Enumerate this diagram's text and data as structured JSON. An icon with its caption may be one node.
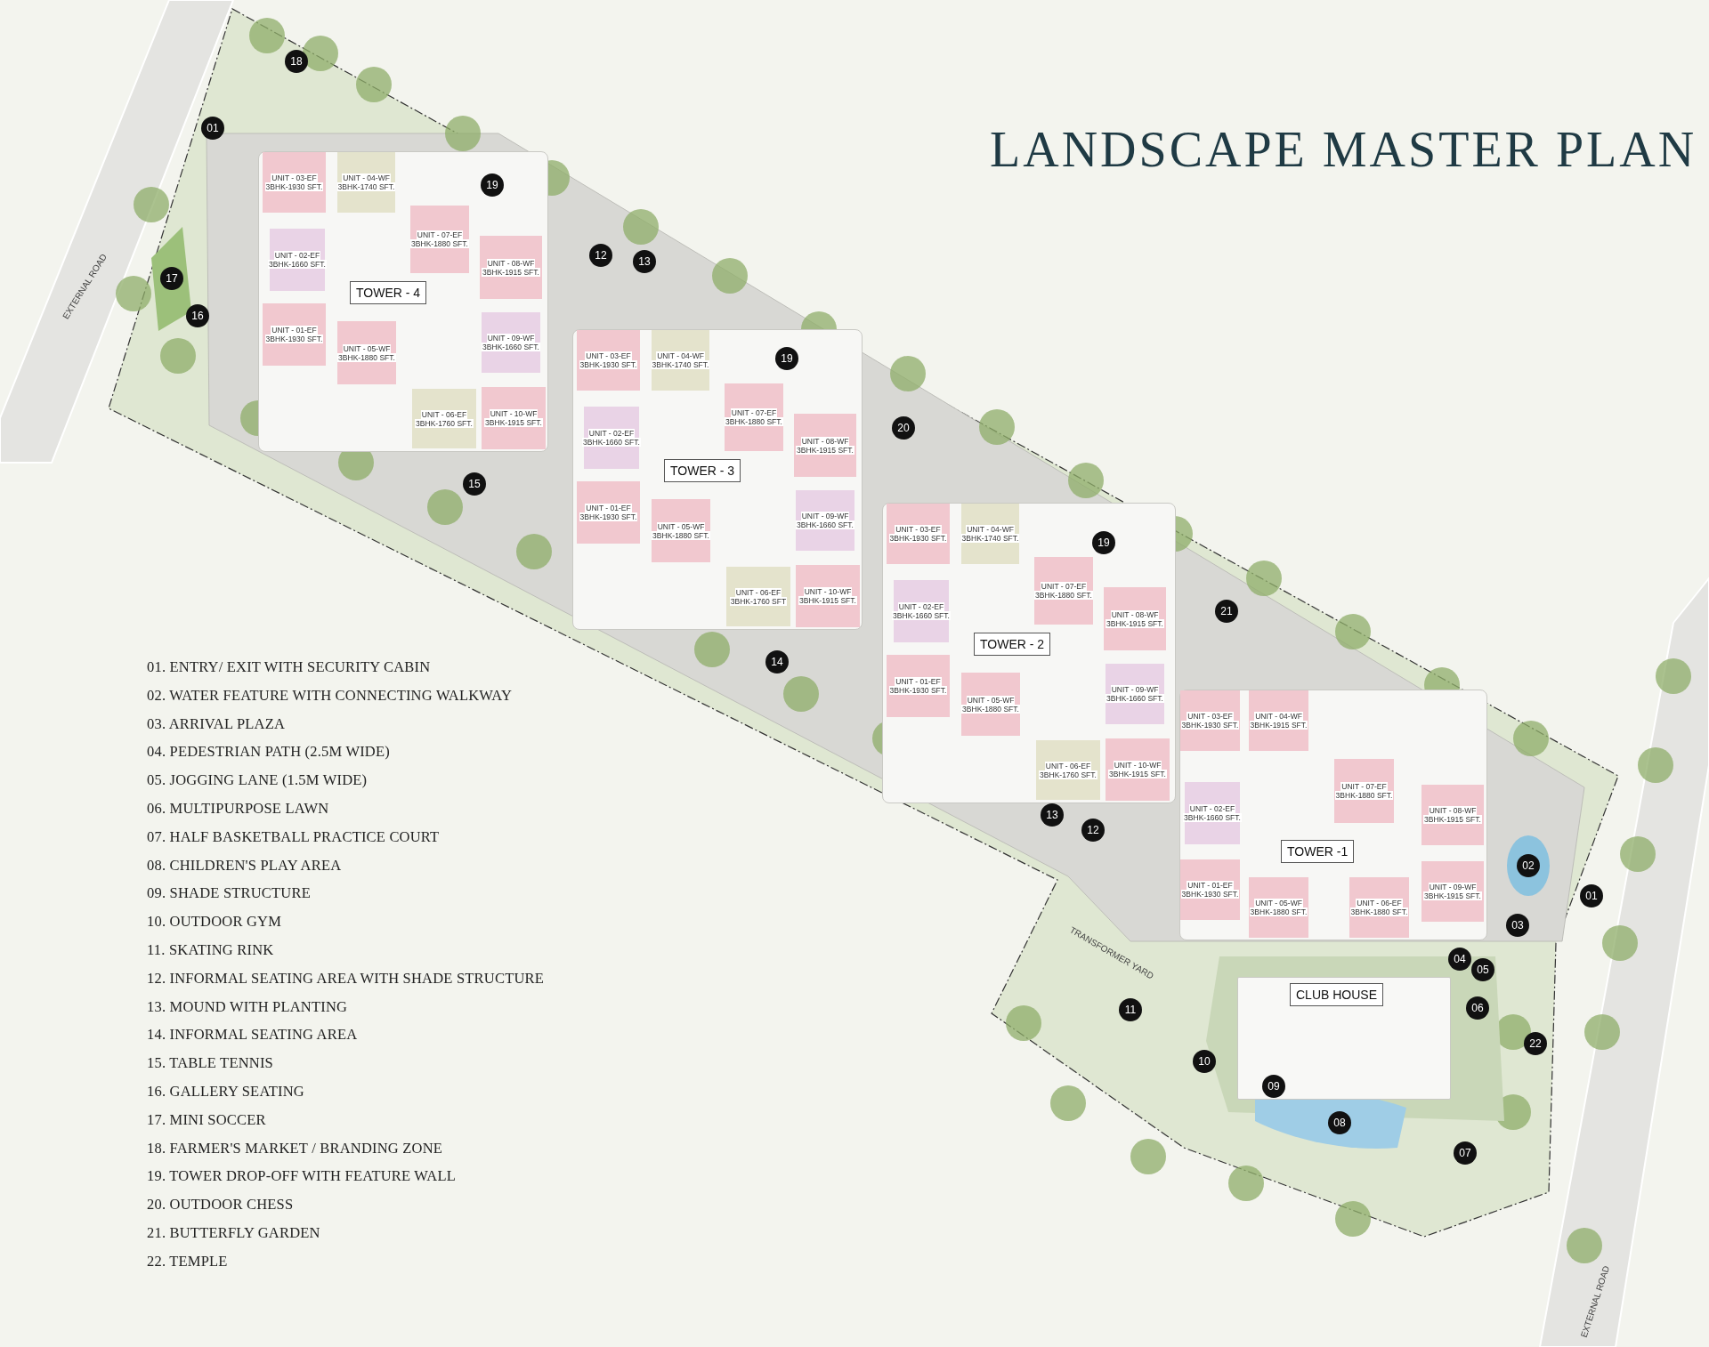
{
  "diagram": {
    "title": "LANDSCAPE MASTER PLAN",
    "nodes": [
      {
        "text": [
          "TOWER - 4"
        ]
      },
      {
        "text": [
          "UNIT - 03-EF",
          "3BHK-1930 SFT."
        ],
        "in": 0
      },
      {
        "text": [
          "UNIT - 04-WF",
          "3BHK-1740 SFT."
        ],
        "in": 0
      },
      {
        "text": [
          "UNIT - 07-EF",
          "3BHK-1880 SFT."
        ],
        "in": 0
      },
      {
        "text": [
          "UNIT - 02-EF",
          "3BHK-1660 SFT."
        ],
        "in": 0
      },
      {
        "text": [
          "UNIT - 08-WF",
          "3BHK-1915 SFT."
        ],
        "in": 0
      },
      {
        "text": [
          "UNIT - 01-EF",
          "3BHK-1930 SFT."
        ],
        "in": 0
      },
      {
        "text": [
          "UNIT - 05-WF",
          "3BHK-1880 SFT."
        ],
        "in": 0
      },
      {
        "text": [
          "UNIT - 09-WF",
          "3BHK-1660 SFT."
        ],
        "in": 0
      },
      {
        "text": [
          "UNIT - 06-EF",
          "3BHK-1760 SFT."
        ],
        "in": 0
      },
      {
        "text": [
          "UNIT - 10-WF",
          "3BHK-1915 SFT."
        ],
        "in": 0
      },
      {
        "text": [
          "TOWER - 3"
        ]
      },
      {
        "text": [
          "UNIT - 03-EF",
          "3BHK-1930 SFT."
        ],
        "in": 11
      },
      {
        "text": [
          "UNIT - 04-WF",
          "3BHK-1740 SFT."
        ],
        "in": 11
      },
      {
        "text": [
          "UNIT - 07-EF",
          "3BHK-1880 SFT."
        ],
        "in": 11
      },
      {
        "text": [
          "UNIT - 02-EF",
          "3BHK-1660 SFT."
        ],
        "in": 11
      },
      {
        "text": [
          "UNIT - 08-WF",
          "3BHK-1915 SFT."
        ],
        "in": 11
      },
      {
        "text": [
          "UNIT - 01-EF",
          "3BHK-1930 SFT."
        ],
        "in": 11
      },
      {
        "text": [
          "UNIT - 05-WF",
          "3BHK-1880 SFT."
        ],
        "in": 11
      },
      {
        "text": [
          "UNIT - 09-WF",
          "3BHK-1660 SFT."
        ],
        "in": 11
      },
      {
        "text": [
          "UNIT - 06-EF",
          "3BHK-1760 SFT"
        ],
        "in": 11
      },
      {
        "text": [
          "UNIT - 10-WF",
          "3BHK-1915 SFT."
        ],
        "in": 11
      },
      {
        "text": [
          "TOWER - 2"
        ]
      },
      {
        "text": [
          "UNIT - 03-EF",
          "3BHK-1930 SFT."
        ],
        "in": 22
      },
      {
        "text": [
          "UNIT - 04-WF",
          "3BHK-1740 SFT."
        ],
        "in": 22
      },
      {
        "text": [
          "UNIT - 07-EF",
          "3BHK-1880 SFT."
        ],
        "in": 22
      },
      {
        "text": [
          "UNIT - 02-EF",
          "3BHK-1660 SFT."
        ],
        "in": 22
      },
      {
        "text": [
          "UNIT - 08-WF",
          "3BHK-1915 SFT."
        ],
        "in": 22
      },
      {
        "text": [
          "UNIT - 01-EF",
          "3BHK-1930 SFT."
        ],
        "in": 22
      },
      {
        "text": [
          "UNIT - 05-WF",
          "3BHK-1880 SFT."
        ],
        "in": 22
      },
      {
        "text": [
          "UNIT - 09-WF",
          "3BHK-1660 SFT."
        ],
        "in": 22
      },
      {
        "text": [
          "UNIT - 06-EF",
          "3BHK-1760 SFT."
        ],
        "in": 22
      },
      {
        "text": [
          "UNIT - 10-WF",
          "3BHK-1915 SFT."
        ],
        "in": 22
      },
      {
        "text": [
          "TOWER -1"
        ]
      },
      {
        "text": [
          "UNIT - 03-EF",
          "3BHK-1930 SFT."
        ],
        "in": 33
      },
      {
        "text": [
          "UNIT - 04-WF",
          "3BHK-1915 SFT."
        ],
        "in": 33
      },
      {
        "text": [
          "UNIT - 07-EF",
          "3BHK-1880 SFT."
        ],
        "in": 33
      },
      {
        "text": [
          "UNIT - 02-EF",
          "3BHK-1660 SFT."
        ],
        "in": 33
      },
      {
        "text": [
          "UNIT - 08-WF",
          "3BHK-1915 SFT."
        ],
        "in": 33
      },
      {
        "text": [
          "UNIT - 01-EF",
          "3BHK-1930 SFT."
        ],
        "in": 33
      },
      {
        "text": [
          "UNIT - 09-WF",
          "3BHK-1915 SFT."
        ],
        "in": 33
      },
      {
        "text": [
          "UNIT - 05-WF",
          "3BHK-1880 SFT."
        ],
        "in": 33
      },
      {
        "text": [
          "UNIT - 06-EF",
          "3BHK-1880 SFT."
        ],
        "in": 33
      },
      {
        "text": [
          "CLUB HOUSE"
        ]
      }
    ],
    "labels": [
      "18",
      "01",
      "19",
      "12",
      "13",
      "17",
      "16",
      "19",
      "20",
      "15",
      "19",
      "21",
      "14",
      "13",
      "12",
      "02",
      "01",
      "03",
      "04",
      "05",
      "11",
      "06",
      "22",
      "10",
      "09",
      "08",
      "07",
      "EXTERNAL ROAD",
      "TRANSFORMER YARD",
      "EXTERNAL ROAD",
      "01. ENTRY/ EXIT WITH SECURITY CABIN",
      "02. WATER FEATURE WITH CONNECTING WALKWAY",
      "03. ARRIVAL PLAZA",
      "04. PEDESTRIAN PATH (2.5M WIDE)",
      "05. JOGGING LANE (1.5M WIDE)",
      "06. MULTIPURPOSE LAWN",
      "07. HALF BASKETBALL PRACTICE COURT",
      "08. CHILDREN'S PLAY AREA",
      "09. SHADE STRUCTURE",
      "10. OUTDOOR GYM",
      "11. SKATING RINK",
      "12. INFORMAL SEATING AREA WITH SHADE STRUCTURE",
      "13. MOUND WITH PLANTING",
      "14. INFORMAL SEATING AREA",
      "15. TABLE TENNIS",
      "16. GALLERY SEATING",
      "17. MINI SOCCER",
      "18. FARMER'S MARKET / BRANDING ZONE",
      "19. TOWER DROP-OFF WITH FEATURE WALL",
      "20. OUTDOOR CHESS",
      "21. BUTTERFLY GARDEN",
      "22. TEMPLE"
    ]
  }
}
